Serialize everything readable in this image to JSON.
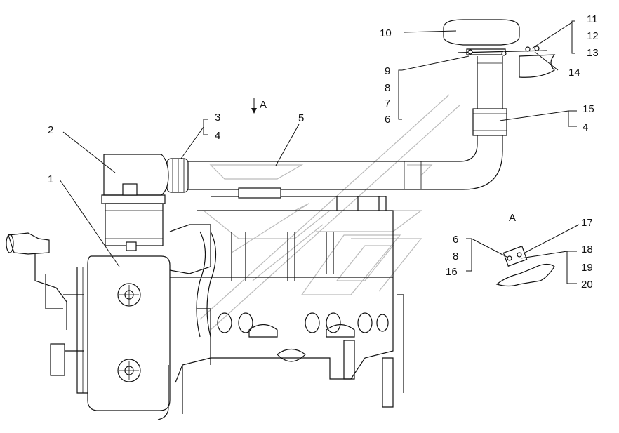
{
  "view_label": "A",
  "inset_label": "A",
  "callouts": {
    "c1": "1",
    "c2": "2",
    "c3": "3",
    "c4a": "4",
    "c5": "5",
    "c6a": "6",
    "c7": "7",
    "c8a": "8",
    "c9": "9",
    "c10": "10",
    "c11": "11",
    "c12": "12",
    "c13": "13",
    "c14": "14",
    "c15": "15",
    "c4b": "4",
    "c6b": "6",
    "c8b": "8",
    "c16": "16",
    "c17": "17",
    "c18": "18",
    "c19": "19",
    "c20": "20"
  }
}
